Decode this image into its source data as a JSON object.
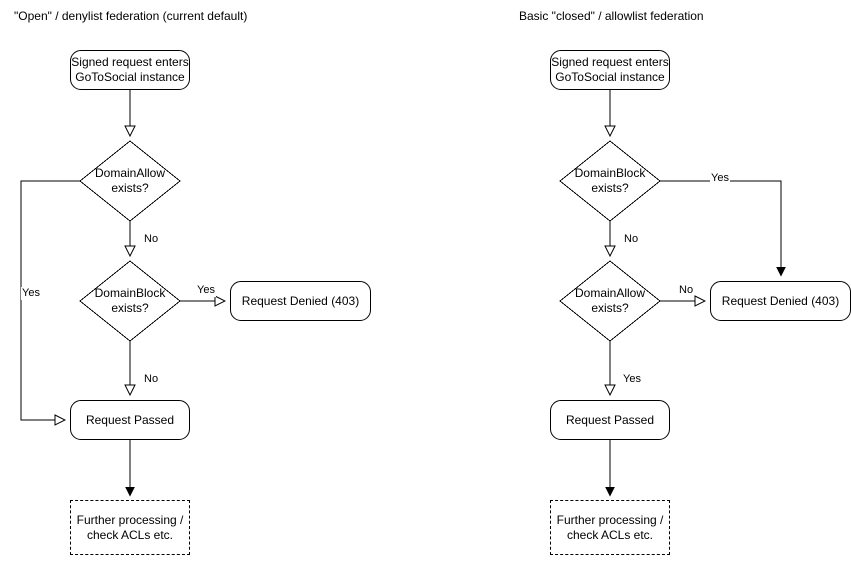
{
  "diagrams": [
    {
      "id": "open-denylist",
      "title": "\"Open\" / denylist federation (current default)",
      "nodes": {
        "entry": "Signed request enters\nGoToSocial instance",
        "entry_line1": "Signed request enters",
        "entry_line2": "GoToSocial instance",
        "decision1_line1": "DomainAllow",
        "decision1_line2": "exists?",
        "decision2_line1": "DomainBlock",
        "decision2_line2": "exists?",
        "denied": "Request Denied (403)",
        "passed": "Request Passed",
        "further_line1": "Further processing /",
        "further_line2": "check ACLs etc."
      },
      "edge_labels": {
        "allow_yes": "Yes",
        "allow_no": "No",
        "block_yes": "Yes",
        "block_no": "No"
      }
    },
    {
      "id": "closed-allowlist",
      "title": "Basic \"closed\" / allowlist federation",
      "nodes": {
        "entry_line1": "Signed request enters",
        "entry_line2": "GoToSocial instance",
        "decision1_line1": "DomainBlock",
        "decision1_line2": "exists?",
        "decision2_line1": "DomainAllow",
        "decision2_line2": "exists?",
        "denied": "Request Denied (403)",
        "passed": "Request Passed",
        "further_line1": "Further processing /",
        "further_line2": "check ACLs etc."
      },
      "edge_labels": {
        "block_yes": "Yes",
        "block_no": "No",
        "allow_no": "No",
        "allow_yes": "Yes"
      }
    }
  ],
  "colors": {
    "stroke": "#000000",
    "text": "#000000",
    "background": "#ffffff"
  }
}
